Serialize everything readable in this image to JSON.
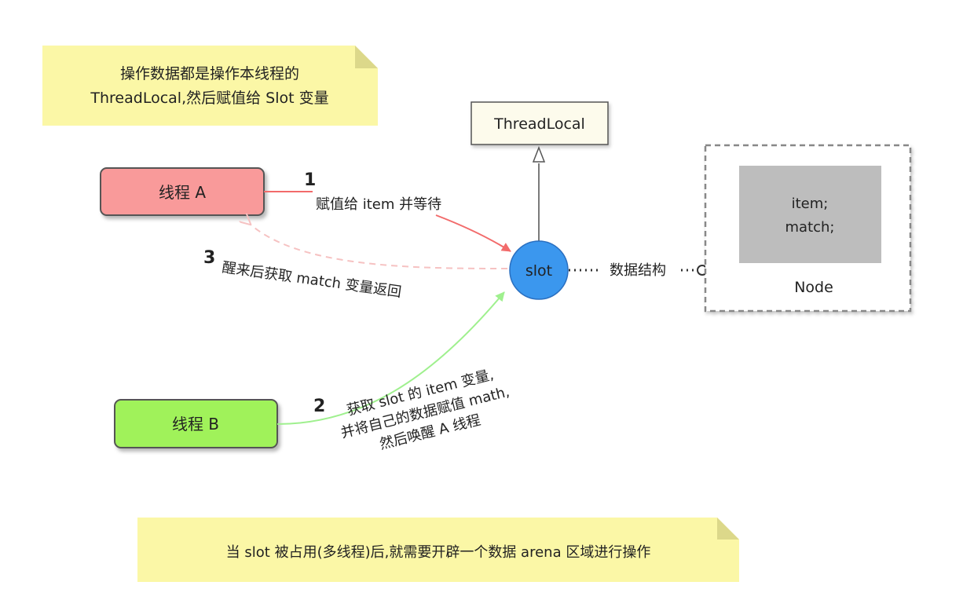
{
  "notes": {
    "top_line1": "操作数据都是操作本线程的",
    "top_line2": "ThreadLocal,然后赋值给 Slot 变量",
    "bottom": "当 slot 被占用(多线程)后,就需要开辟一个数据 arena 区域进行操作"
  },
  "nodes": {
    "thread_a": "线程 A",
    "thread_b": "线程 B",
    "threadlocal": "ThreadLocal",
    "slot": "slot",
    "node_field1": "item;",
    "node_field2": "match;",
    "node_label": "Node"
  },
  "edges": {
    "step1_num": "1",
    "step1_label": "赋值给 item 并等待",
    "step3_num": "3",
    "step3_label": "醒来后获取 match 变量返回",
    "step2_num": "2",
    "step2_line1": "获取 slot 的 item 变量,",
    "step2_line2": "并将自己的数据赋值 math,",
    "step2_line3": "然后唤醒 A 线程",
    "struct_label": "数据结构"
  },
  "colors": {
    "note_fill": "#fbf7a6",
    "thread_a_fill": "#f99a9a",
    "thread_b_fill": "#a0f25a",
    "slot_fill": "#3b97ee",
    "threadlocal_fill": "#fdfbec",
    "node_inner_fill": "#bdbdbd",
    "red_arrow": "#f26b6b",
    "pink_dashed": "#f6c2c2",
    "green_arrow": "#9ff08e"
  }
}
